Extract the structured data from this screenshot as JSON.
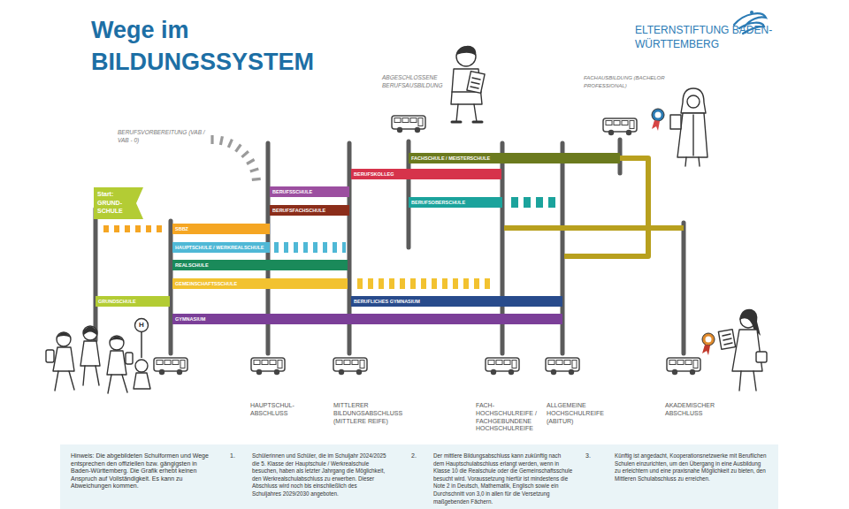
{
  "diagram": {
    "title": "Wege im BILDUNGSSYSTEM",
    "nodes": [
      {
        "text": [
          "Start: GRUND- SCHULE"
        ]
      },
      {
        "text": [
          "SBBZ"
        ]
      },
      {
        "text": [
          "HAUPTSCHULE / WERKREALSCHULE"
        ]
      },
      {
        "text": [
          "REALSCHULE"
        ]
      },
      {
        "text": [
          "GEMEINSCHAFTSSCHULE"
        ]
      },
      {
        "text": [
          "GRUNDSCHULE"
        ]
      },
      {
        "text": [
          "GYMNASIUM"
        ]
      },
      {
        "text": [
          "BERUFSSCHULE"
        ]
      },
      {
        "text": [
          "BERUFSFACHSCHULE"
        ]
      },
      {
        "text": [
          "BERUFSKOLLEG"
        ]
      },
      {
        "text": [
          "FACHSCHULE / MEISTERSCHULE"
        ]
      },
      {
        "text": [
          "BERUFSOBERSCHULE"
        ]
      },
      {
        "text": [
          "BERUFLICHES GYMNASIUM"
        ]
      },
      {
        "text": [
          "Hinweis: Die abgebildeten Schulformen und Wege entsprechen den offiziellen bzw. gängigsten in Baden-Württemberg. Die Grafik erhebt keinen Anspruch auf Vollständigkeit. Es kann zu Abweichungen kommen.",
          "1.",
          "Schülerinnen und Schüler, die im Schuljahr 2024/2025 die 5. Klasse der Hauptschule / Werkrealschule besuchen, haben als letzter Jahrgang die Möglichkeit, den Werkrealschulabschluss zu erwerben. Dieser Abschluss wird noch bis einschließlich des Schuljahres 2029/2030 angeboten.",
          "2.",
          "Der mittlere Bildungsabschluss kann zukünftig nach dem Hauptschulabschluss erlangt werden, wenn in Klasse 10 die Realschule oder die Gemeinschaftsschule besucht wird. Voraussetzung hierfür ist mindestens die Note 2 in Deutsch, Mathematik, Englisch sowie ein Durchschnitt von 3,0 in allen für die Versetzung maßgebenden Fächern.",
          "3.",
          "Künftig ist angedacht, Kooperationsnetzwerke mit Beruflichen Schulen einzurichten, um den Übergang in eine Ausbildung zu erleichtern und eine praxisnahe Möglichkeit zu bieten, den Mittleren Schulabschluss zu erreichen."
        ]
      }
    ],
    "labels": [
      "ELTERNSTIFTUNG BADEN-WÜRTTEMBERG",
      "BERUFSVORBEREITUNG (VAB / VAB - 0)",
      "ABGESCHLOSSENE BERUFSAUSBILDUNG",
      "FACHAUSBILDUNG (BACHELOR PROFESSIONAL)",
      "H",
      "HAUPTSCHUL- ABSCHLUSS",
      "MITTLERER BILDUNGSABSCHLUSS (MITTLERE REIFE)",
      "FACH- HOCHSCHULREIFE / FACHGEBUNDENE HOCHSCHULREIFE",
      "ALLGEMEINE HOCHSCHULREIFE (ABITUR)",
      "AKADEMISCHER ABSCHLUSS"
    ]
  }
}
